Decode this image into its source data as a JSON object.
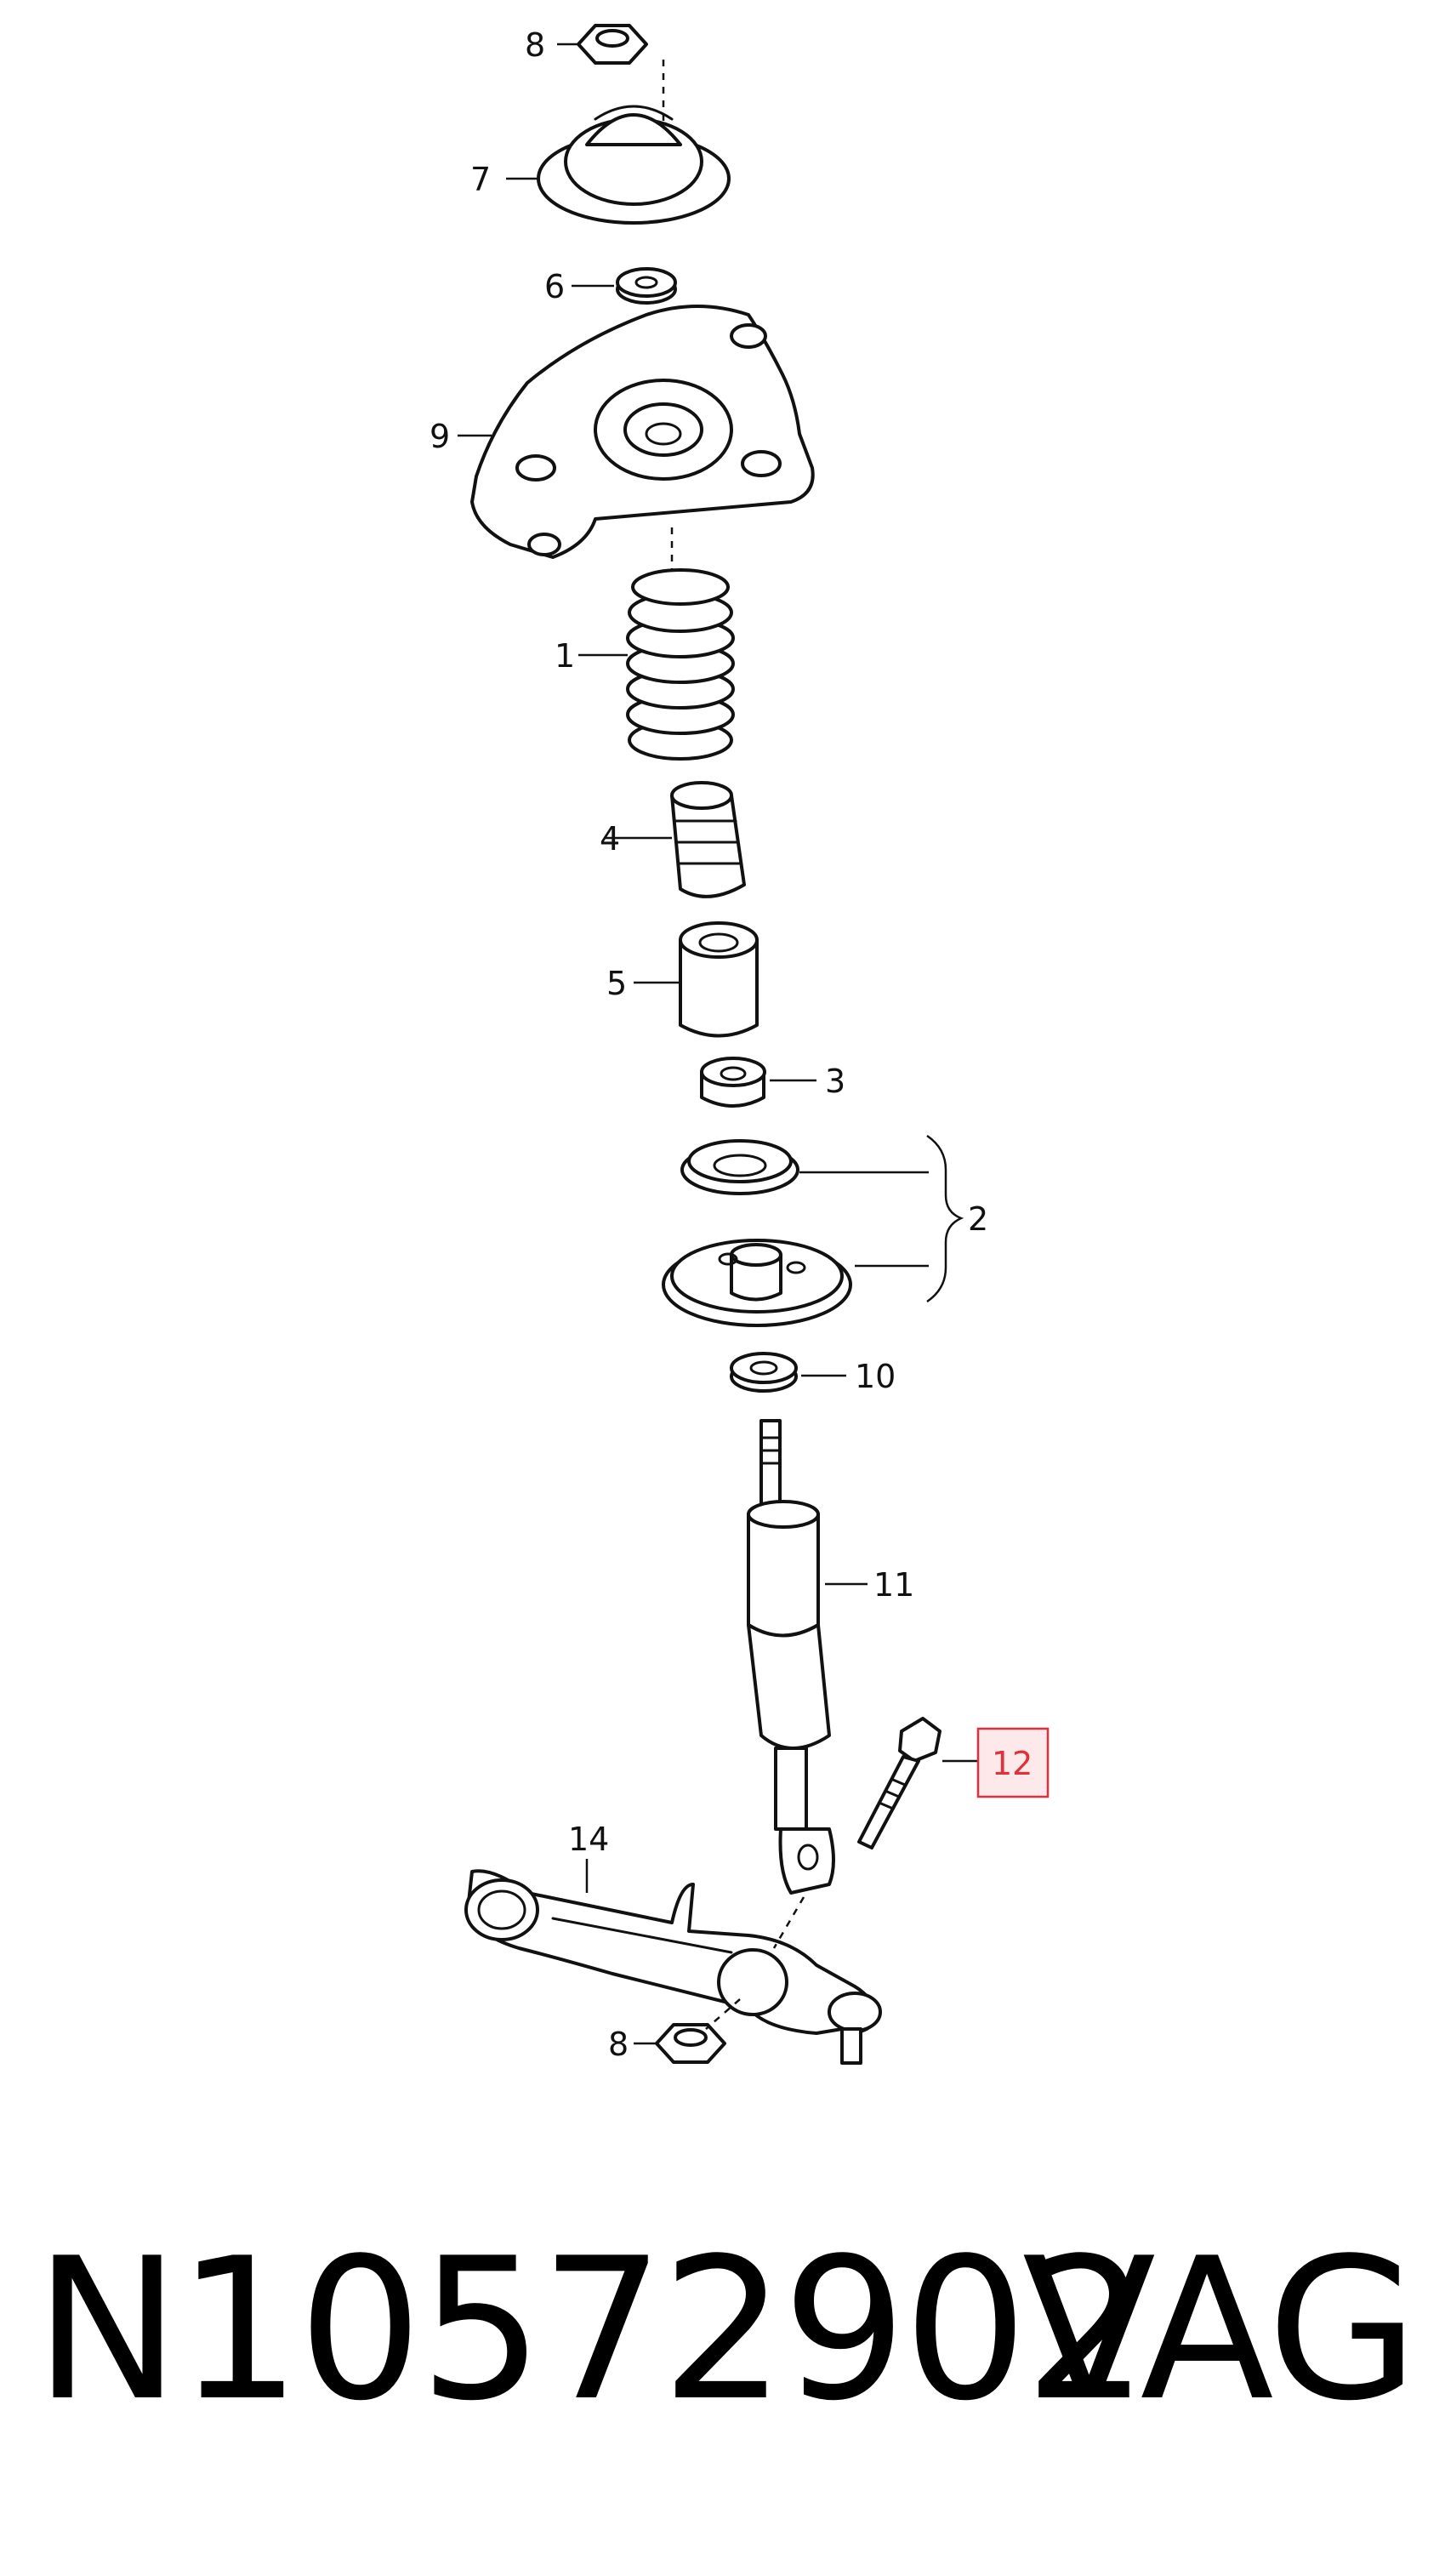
{
  "diagram": {
    "callouts": {
      "c8_top": "8",
      "c7": "7",
      "c6": "6",
      "c9": "9",
      "c1": "1",
      "c4": "4",
      "c5": "5",
      "c3": "3",
      "c2": "2",
      "c10": "10",
      "c11": "11",
      "c12": "12",
      "c14": "14",
      "c8_bottom": "8"
    },
    "highlighted_callout": "12",
    "highlight_color": "#e0303a"
  },
  "footer": {
    "part_number": "N10572902",
    "brand": "VAG"
  }
}
